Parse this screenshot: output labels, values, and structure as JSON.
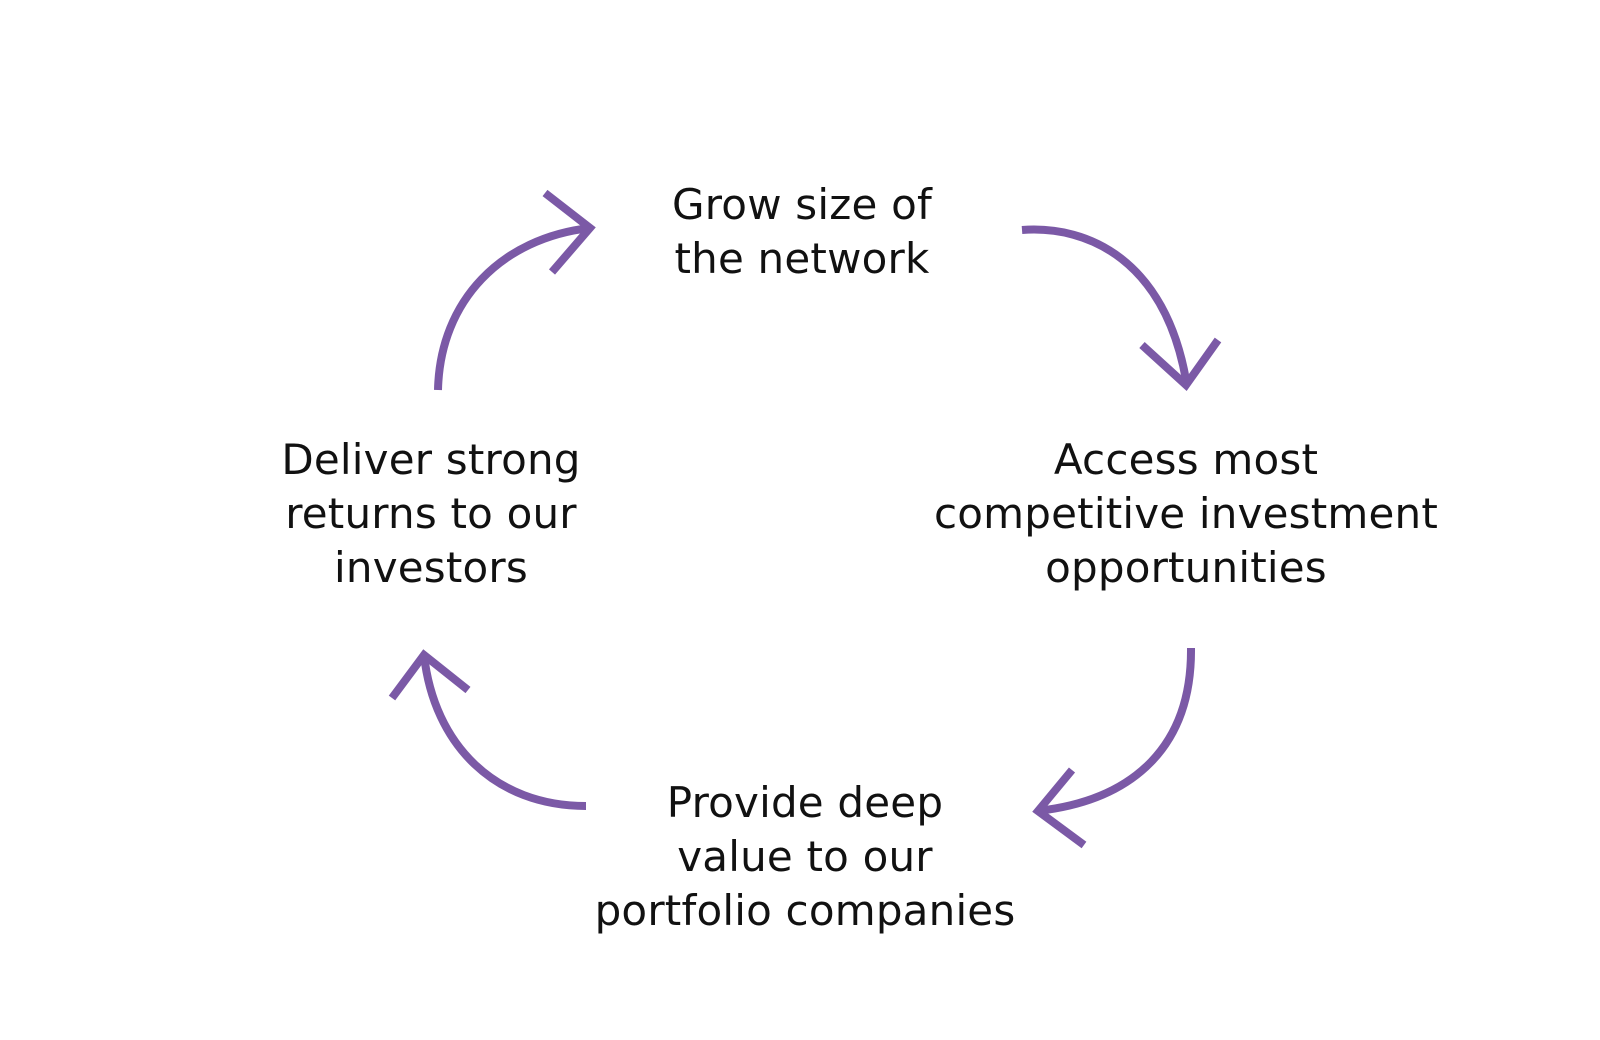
{
  "diagram": {
    "accent_color": "#7b59a6",
    "stages": [
      {
        "id": "top",
        "lines": [
          "Grow size of",
          "the network"
        ]
      },
      {
        "id": "right",
        "lines": [
          "Access most",
          "competitive investment",
          "opportunities"
        ]
      },
      {
        "id": "bottom",
        "lines": [
          "Provide deep",
          "value to our",
          "portfolio companies"
        ]
      },
      {
        "id": "left",
        "lines": [
          "Deliver strong",
          "returns to our",
          "investors"
        ]
      }
    ],
    "arrows": [
      {
        "from": "top",
        "to": "right",
        "icon": "curved-arrow-icon"
      },
      {
        "from": "right",
        "to": "bottom",
        "icon": "curved-arrow-icon"
      },
      {
        "from": "bottom",
        "to": "left",
        "icon": "curved-arrow-icon"
      },
      {
        "from": "left",
        "to": "top",
        "icon": "curved-arrow-icon"
      }
    ]
  }
}
